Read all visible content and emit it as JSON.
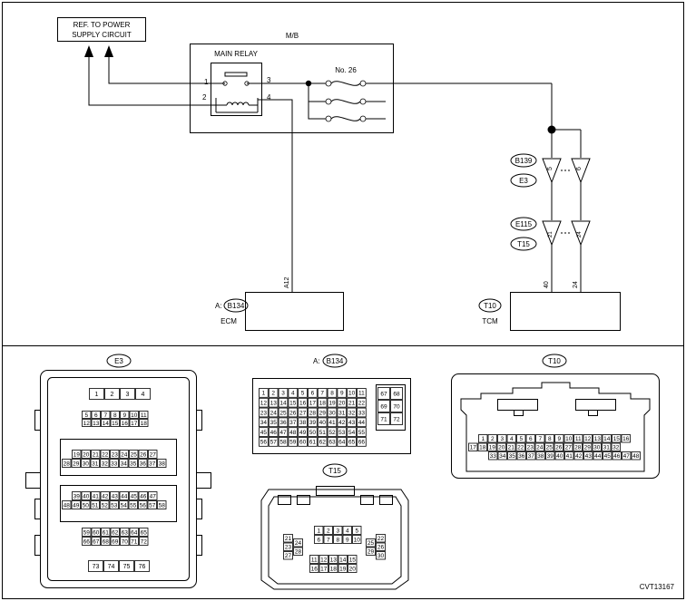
{
  "wiring": {
    "ref_power_line1": "REF. TO POWER",
    "ref_power_line2": "SUPPLY CIRCUIT",
    "mb_label": "M/B",
    "main_relay_label": "MAIN RELAY",
    "relay_pins": [
      "1",
      "2",
      "3",
      "4"
    ],
    "fuse_label": "No. 26",
    "ecm_prefix": "A:",
    "ecm_connector": "B134",
    "ecm_label": "ECM",
    "ecm_terminal": "A12",
    "tcm_connector": "T10",
    "tcm_label": "TCM",
    "tcm_terminals": [
      "40",
      "24"
    ],
    "conn_b139": "B139",
    "conn_e3": "E3",
    "conn_e115": "E115",
    "conn_t15": "T15",
    "b139_pins": [
      "5",
      "6"
    ],
    "e115_pins": [
      "21",
      "24"
    ]
  },
  "connectors": {
    "e3_title": "E3",
    "a_prefix": "A:",
    "b134_title": "B134",
    "t10_title": "T10",
    "t15_title": "T15"
  },
  "figure_code": "CVT13167"
}
